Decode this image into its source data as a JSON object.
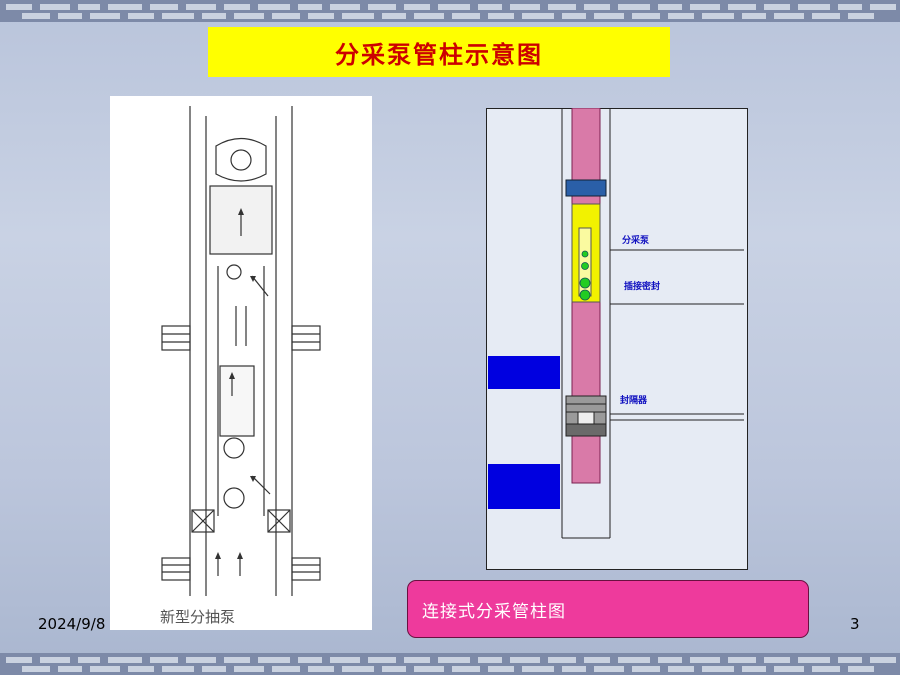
{
  "slide": {
    "title": "分采泵管柱示意图",
    "left_figure_caption": "新型分抽泵",
    "right_figure_caption": "连接式分采管柱图",
    "date": "2024/9/8",
    "page_number": "3"
  },
  "diagram_labels": {
    "pump": "分采泵",
    "connect_seal": "插接密封",
    "packer": "封隔器"
  },
  "colors": {
    "title_bg": "#ffff00",
    "title_text": "#cc0000",
    "caption_bg": "#ee3a9c",
    "tube": "#d97aa8",
    "packer_block": "#0000e0",
    "pump_body": "#f2f200",
    "ball": "#22cc22"
  }
}
